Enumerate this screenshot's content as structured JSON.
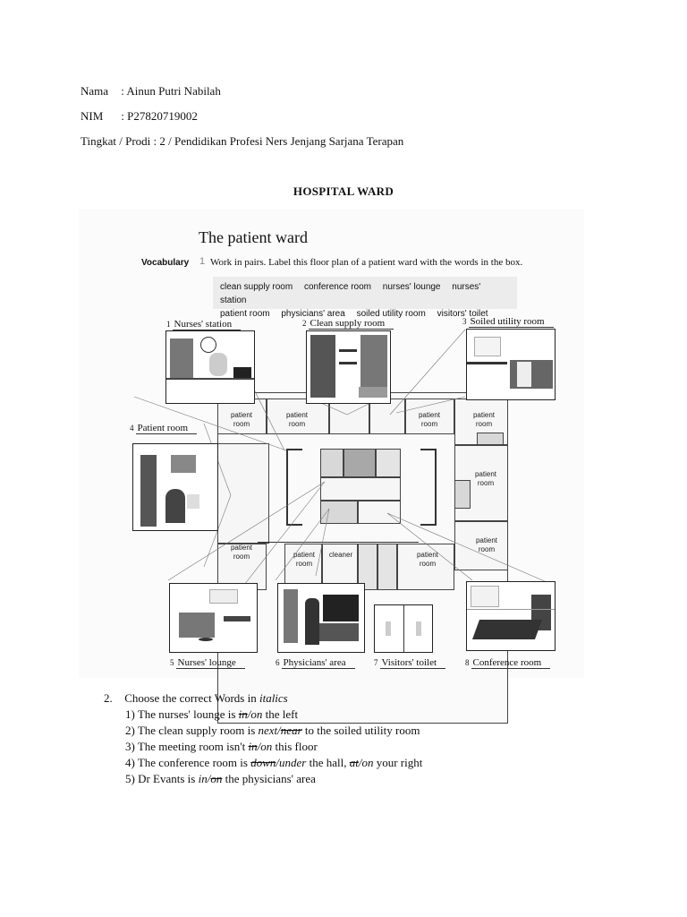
{
  "header": {
    "nama_label": "Nama",
    "nama_value": ": Ainun Putri Nabilah",
    "nim_label": "NIM",
    "nim_value": ": P27820719002",
    "prodi_label": "Tingkat / Prodi",
    "prodi_value": ": 2 / Pendidikan Profesi Ners Jenjang Sarjana Terapan"
  },
  "document_title": "HOSPITAL WARD",
  "worksheet": {
    "title": "The patient ward",
    "vocabulary_label": "Vocabulary",
    "exercise_number": "1",
    "instruction": "Work in pairs. Label this floor plan of a patient ward with the words in the box.",
    "word_box": [
      "clean supply room",
      "conference room",
      "nurses' lounge",
      "nurses' station",
      "patient room",
      "physicians' area",
      "soiled utility room",
      "visitors' toilet"
    ],
    "floor_plan_labels": {
      "patient_room": [
        "patient",
        "room"
      ],
      "cleaner": "cleaner"
    },
    "answers": [
      {
        "num": "1",
        "text": "Nurses' station"
      },
      {
        "num": "2",
        "text": "Clean supply room"
      },
      {
        "num": "3",
        "text": "Soiled utility room"
      },
      {
        "num": "4",
        "text": "Patient room"
      },
      {
        "num": "5",
        "text": "Nurses' lounge"
      },
      {
        "num": "6",
        "text": "Physicians' area"
      },
      {
        "num": "7",
        "text": "Visitors' toilet"
      },
      {
        "num": "8",
        "text": "Conference room"
      }
    ]
  },
  "question2": {
    "number": "2.",
    "heading": "Choose the correct Words in",
    "heading_italic": "italics",
    "items": [
      {
        "pre": "1) The nurses' lounge is ",
        "struck": "in",
        "sep": "/",
        "chosen": "on",
        "post": " the left"
      },
      {
        "pre": "2) The clean supply room is ",
        "chosen": "next",
        "sep": "/",
        "struck": "near",
        "post": " to the soiled utility room",
        "order": "chosen-first"
      },
      {
        "pre": "3) The meeting room isn't ",
        "struck": "in",
        "sep": "/",
        "chosen": "on",
        "post": " this floor"
      },
      {
        "pre": "4) The conference room is ",
        "struck": "down",
        "sep": "/",
        "chosen": "under",
        "mid": " the hall, ",
        "struck2": "at",
        "sep2": "/",
        "chosen2": "on",
        "post": " your right"
      },
      {
        "pre": "5) Dr Evants is ",
        "chosen": "in",
        "sep": "/",
        "struck": "on",
        "post": " the physicians' area",
        "order": "chosen-first"
      }
    ]
  }
}
